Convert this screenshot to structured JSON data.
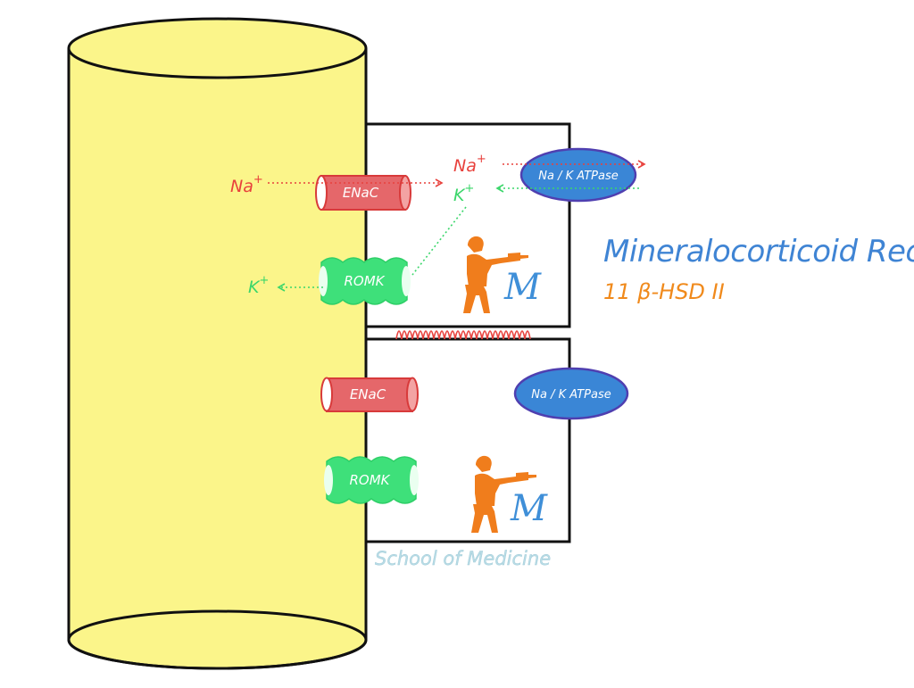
{
  "colors": {
    "tube_fill": "#fbf58a",
    "tube_stroke": "#111111",
    "enac_fill": "#e5676a",
    "enac_stroke": "#d83a3a",
    "romk_fill": "#3ee07a",
    "pump_fill": "#3a86d6",
    "pump_stroke": "#4f3fb0",
    "na_red": "#e8413c",
    "k_green": "#3ad66a",
    "title_blue": "#3f84d4",
    "enzyme_orange": "#f08a1c",
    "watermark": "#b8dce6"
  },
  "title": "Mineralocorticoid Receptor",
  "subtitle": "11 β-HSD II",
  "watermark": "School of Medicine",
  "cell_top": {
    "enac_label": "ENaC",
    "romk_label": "ROMK",
    "pump_label": "Na / K ATPase",
    "na_lumen": "Na",
    "na_lumen_sup": "+",
    "na_cell": "Na",
    "na_cell_sup": "+",
    "k_cell": "K",
    "k_cell_sup": "+",
    "k_lumen": "K",
    "k_lumen_sup": "+",
    "receptor_letter": "M",
    "receptor_icon": "soldier-aiming-icon"
  },
  "cell_bottom": {
    "enac_label": "ENaC",
    "romk_label": "ROMK",
    "pump_label": "Na / K ATPase",
    "receptor_letter": "M",
    "receptor_icon": "soldier-aiming-icon"
  },
  "junction_icon": "tight-junction-zigzag-icon"
}
